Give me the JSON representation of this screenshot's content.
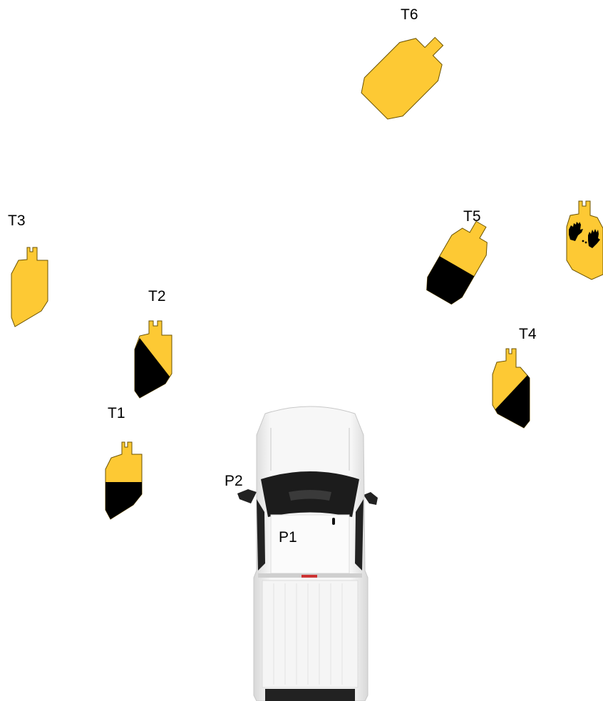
{
  "colors": {
    "target_fill": "#FDC934",
    "target_stroke": "#6b5200",
    "hardcover": "#000000",
    "truck_body": "#f4f4f4",
    "truck_glass": "#1c1c1c"
  },
  "targets": [
    {
      "label": "T1",
      "type": "hardcover-lower-half"
    },
    {
      "label": "T2",
      "type": "hardcover-diagonal"
    },
    {
      "label": "T3",
      "type": "plain"
    },
    {
      "label": "T4",
      "type": "hardcover-diagonal"
    },
    {
      "label": "T5",
      "type": "hardcover-lower-half"
    },
    {
      "label": "T6",
      "type": "plain"
    }
  ],
  "no_shoot": {
    "icon": "hands-icon",
    "label": ""
  },
  "positions": [
    {
      "label": "P1"
    },
    {
      "label": "P2"
    }
  ],
  "vehicle": {
    "icon": "pickup-truck-icon"
  }
}
